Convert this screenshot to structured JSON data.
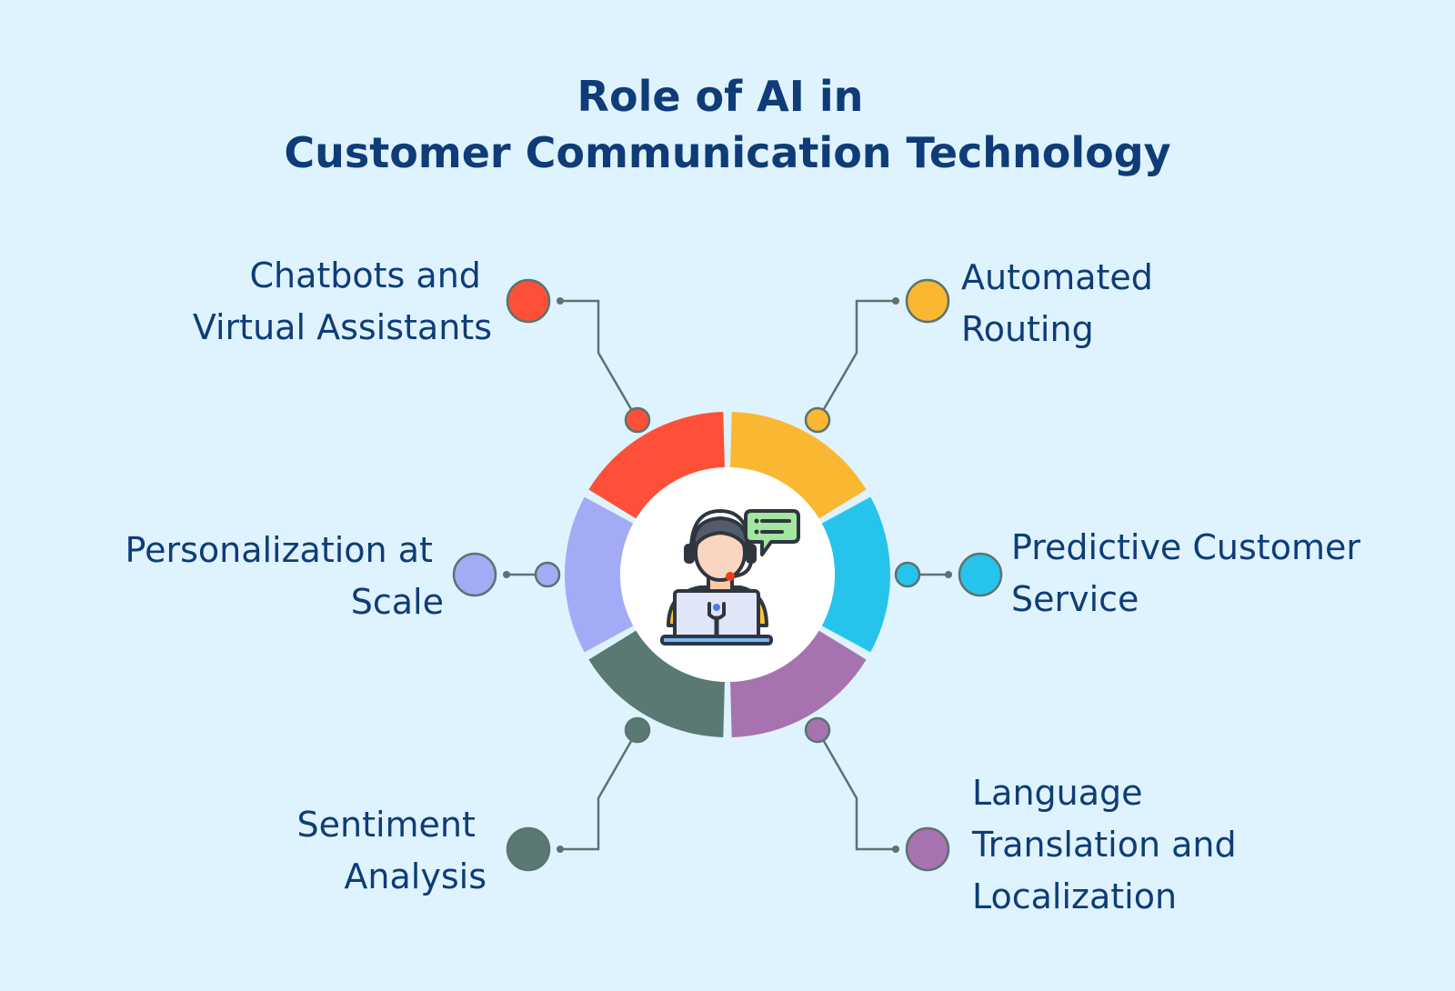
{
  "title": {
    "line1": "Role of AI in",
    "line2": "Customer Communication Technology"
  },
  "colors": {
    "background": "#def3fd",
    "text": "#0f3c78",
    "connector": "#5b7372",
    "chatbots": "#fe5038",
    "routing": "#fab732",
    "predictive": "#26c4ec",
    "language": "#a673b0",
    "sentiment": "#597972",
    "personalization": "#a3abf7"
  },
  "center_icon": "customer-support-agent-icon",
  "items": [
    {
      "key": "chatbots",
      "lines": [
        "Chatbots and",
        "Virtual Assistants"
      ]
    },
    {
      "key": "routing",
      "lines": [
        "Automated",
        "Routing"
      ]
    },
    {
      "key": "predictive",
      "lines": [
        "Predictive Customer",
        "Service"
      ]
    },
    {
      "key": "language",
      "lines": [
        "Language",
        "Translation and",
        "Localization"
      ]
    },
    {
      "key": "sentiment",
      "lines": [
        "Sentiment",
        "Analysis"
      ]
    },
    {
      "key": "personalization",
      "lines": [
        "Personalization at",
        "Scale"
      ]
    }
  ]
}
